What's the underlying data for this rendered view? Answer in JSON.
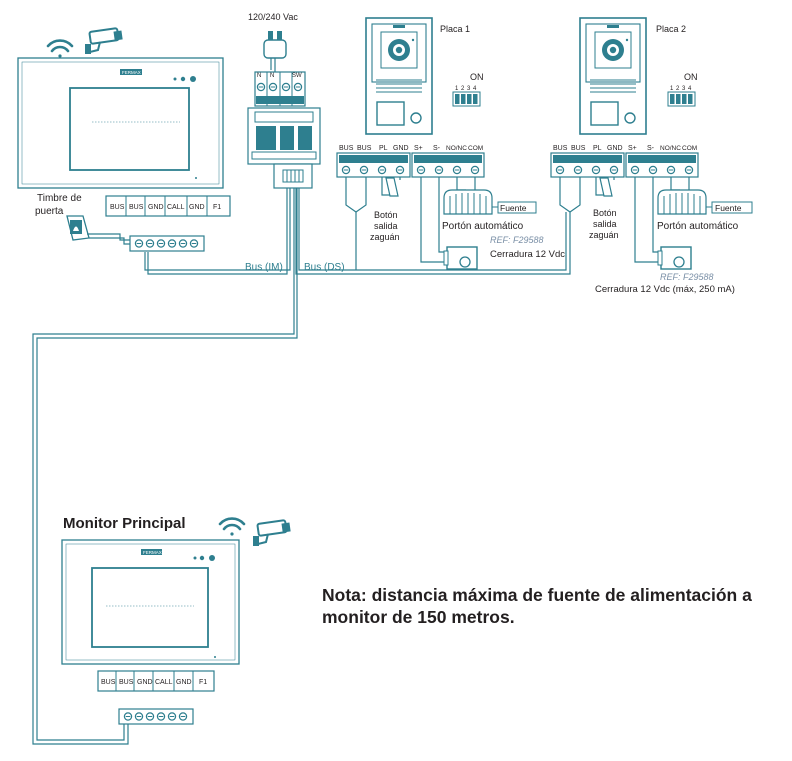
{
  "colors": {
    "line": "#2e7f8f",
    "teal_dark": "#1f6f80",
    "fill_light": "#ffffff",
    "note_text": "#231f20",
    "ref_text": "#7a8fa6"
  },
  "power": {
    "label": "120/240 Vac",
    "terminals": [
      "N",
      "N",
      "",
      "SW"
    ]
  },
  "panel1": {
    "title": "Placa 1",
    "dip_on": "ON",
    "dip_nums": [
      "1",
      "2",
      "3",
      "4"
    ],
    "terminals": [
      "BUS",
      "BUS",
      "PL",
      "GND",
      "S+",
      "S-",
      "NO/NC",
      "COM"
    ]
  },
  "panel2": {
    "title": "Placa 2",
    "dip_on": "ON",
    "dip_nums": [
      "1",
      "2",
      "3",
      "4"
    ],
    "terminals": [
      "BUS",
      "BUS",
      "PL",
      "GND",
      "S+",
      "S-",
      "NO/NC",
      "COM"
    ]
  },
  "monitor1": {
    "brand": "FERMAX",
    "terminals": [
      "BUS",
      "BUS",
      "GND",
      "CALL",
      "GND",
      "F1"
    ]
  },
  "monitor2": {
    "title": "Monitor Principal",
    "brand": "FERMAX",
    "terminals": [
      "BUS",
      "BUS",
      "GND",
      "CALL",
      "GND",
      "F1"
    ]
  },
  "doorbell": {
    "line1": "Timbre de",
    "line2": "puerta"
  },
  "exit_button1": {
    "line1": "Botón",
    "line2": "salida",
    "line3": "zaguán"
  },
  "exit_button2": {
    "line1": "Botón",
    "line2": "salida",
    "line3": "zaguán"
  },
  "gate1": {
    "power": "Fuente",
    "label": "Portón automático"
  },
  "gate2": {
    "power": "Fuente",
    "label": "Portón automático"
  },
  "lock1": {
    "ref": "REF: F29588",
    "label": "Cerradura 12 Vdc"
  },
  "lock2": {
    "ref": "REF: F29588",
    "label": "Cerradura 12 Vdc (máx, 250 mA)"
  },
  "bus": {
    "im": "Bus (IM)",
    "ds": "Bus (DS)"
  },
  "note": "Nota: distancia máxima de fuente de alimentación a monitor de 150 metros."
}
